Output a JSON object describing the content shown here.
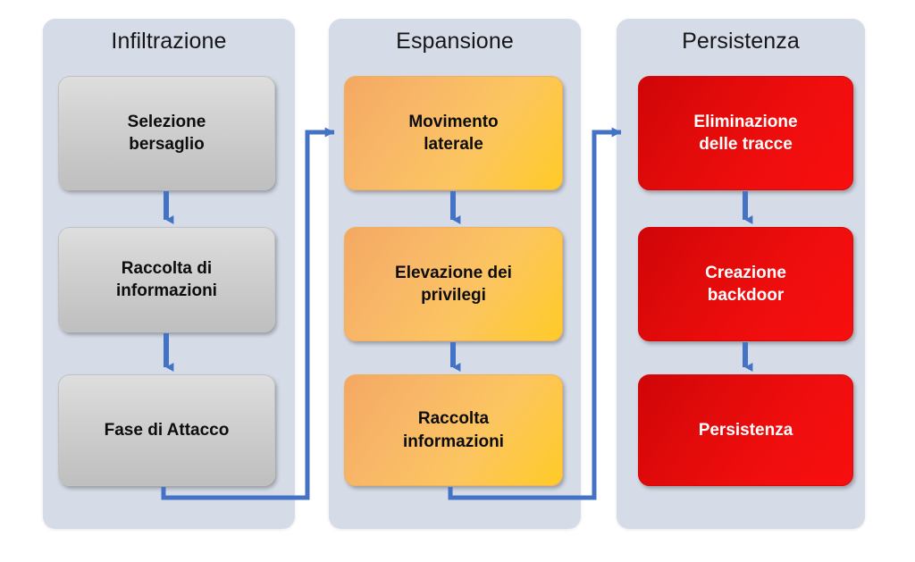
{
  "diagram": {
    "title_visible": false,
    "accent_blue": "#4472c4",
    "panel_fill": "#d6dce7",
    "background": "#ffffff",
    "phases": [
      {
        "id": "infiltrazione",
        "title": "Infiltrazione",
        "color_scheme": "gray",
        "steps": [
          {
            "label": "Selezione\nbersaglio"
          },
          {
            "label": "Raccolta di\ninformazioni"
          },
          {
            "label": "Fase di Attacco"
          }
        ]
      },
      {
        "id": "espansione",
        "title": "Espansione",
        "color_scheme": "orange",
        "steps": [
          {
            "label": "Movimento\nlaterale"
          },
          {
            "label": "Elevazione dei\nprivilegi"
          },
          {
            "label": "Raccolta\ninformazioni"
          }
        ]
      },
      {
        "id": "persistenza",
        "title": "Persistenza",
        "color_scheme": "red",
        "steps": [
          {
            "label": "Eliminazione\ndelle tracce"
          },
          {
            "label": "Creazione\nbackdoor"
          },
          {
            "label": "Persistenza"
          }
        ]
      }
    ],
    "connectors": {
      "within_phase": "down-arrow",
      "between_phases": "elbow-arrow-right"
    }
  }
}
